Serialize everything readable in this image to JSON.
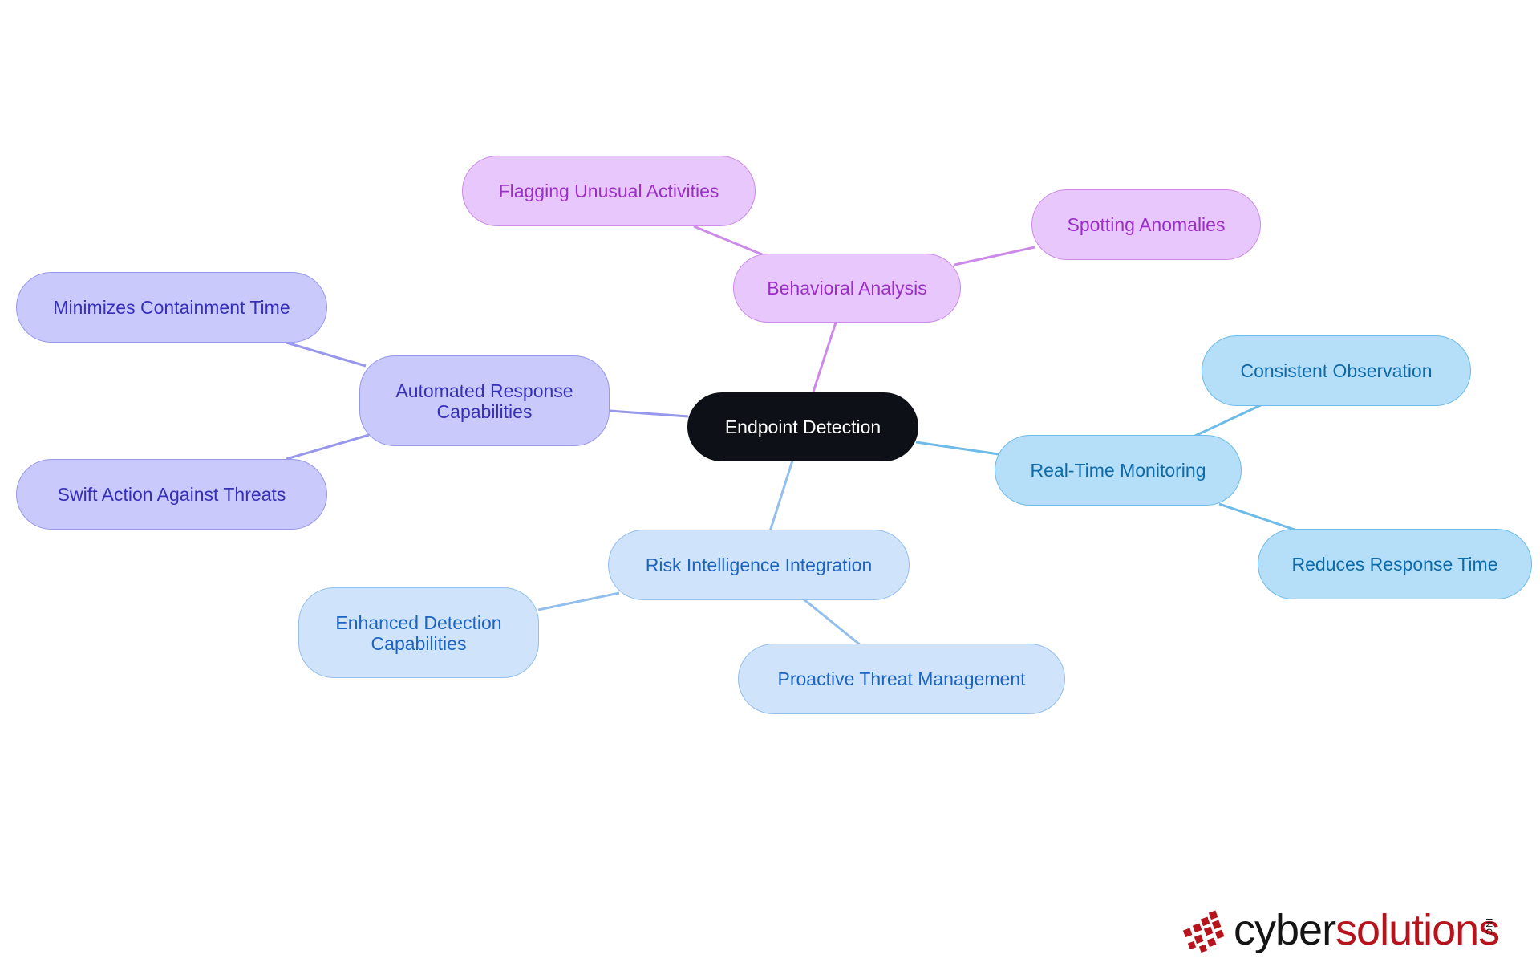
{
  "diagram": {
    "root": {
      "label": "Endpoint Detection",
      "color": "#0d1117"
    },
    "branches": [
      {
        "label": "Behavioral Analysis",
        "color": "#cc8ae8",
        "children": [
          {
            "label": "Flagging Unusual Activities"
          },
          {
            "label": "Spotting Anomalies"
          }
        ]
      },
      {
        "label": "Automated Response Capabilities",
        "color": "#9797ec",
        "children": [
          {
            "label": "Minimizes Containment Time"
          },
          {
            "label": "Swift Action Against Threats"
          }
        ]
      },
      {
        "label": "Real-Time Monitoring",
        "color": "#6dbbe8",
        "children": [
          {
            "label": "Consistent Observation"
          },
          {
            "label": "Reduces Response Time"
          }
        ]
      },
      {
        "label": "Risk Intelligence Integration",
        "color": "#93bfec",
        "children": [
          {
            "label": "Enhanced Detection Capabilities"
          },
          {
            "label": "Proactive Threat Management"
          }
        ]
      }
    ]
  },
  "logo": {
    "part1": "cyber",
    "part2": "solutions",
    "suffix": "INC",
    "colors": {
      "dark": "#141414",
      "brand": "#b5141d"
    }
  }
}
